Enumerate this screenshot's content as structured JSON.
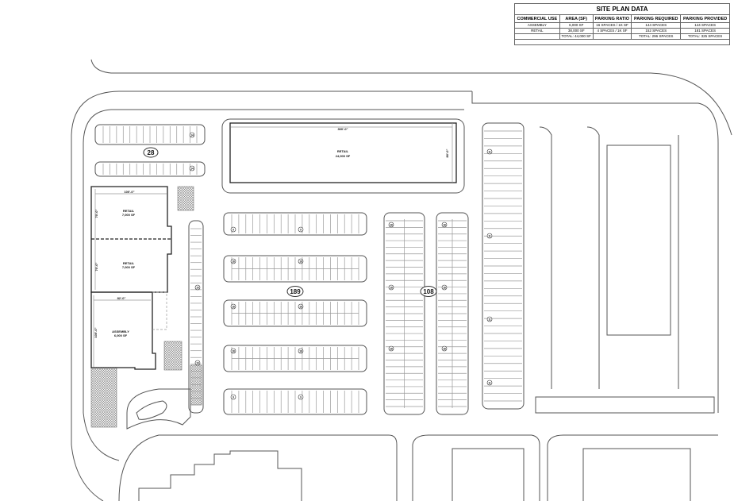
{
  "site_plan_table": {
    "title": "SITE PLAN DATA",
    "headers": [
      "COMMERCIAL USE",
      "AREA (SF)",
      "PARKING RATIO",
      "PARKING REQUIRED",
      "PARKING PROVIDED"
    ],
    "rows": [
      [
        "ASSEMBLY",
        "6,000 SF",
        "16 SPACES / 1K SF",
        "144 SPACES",
        "144 SPACES"
      ],
      [
        "RETAIL",
        "38,000 SF",
        "4 SPACES / 1K SF",
        "152 SPACES",
        "181 SPACES"
      ],
      [
        "",
        "TOTAL: 44,000 SF",
        "",
        "TOTAL: 296 SPACES",
        "TOTAL: 325 SPACES"
      ]
    ]
  },
  "buildings": {
    "retail_main": {
      "name": "RETAIL",
      "area": "24,000 SF",
      "width_dim": "300'-0\"",
      "depth_dim": "80'-0\""
    },
    "retail_a": {
      "name": "RETAIL",
      "area": "7,000 SF",
      "width_dim": "100'-0\"",
      "depth_dim": "70'-0\""
    },
    "retail_b": {
      "name": "RETAIL",
      "area": "7,000 SF",
      "depth_dim": "70'-0\""
    },
    "assembly": {
      "name": "ASSEMBLY",
      "area": "6,000 SF",
      "width_dim": "82'-0\"",
      "depth_dim": "100'-0\""
    }
  },
  "parking_totals": {
    "north_lot": "28",
    "center_lot": "189",
    "east_lot": "108"
  },
  "stall_counts": {
    "north_top": "14",
    "north_bottom": "14",
    "center_row1_a": "9",
    "center_row1_b": "9",
    "center_row2_a": "18",
    "center_row2_b": "18",
    "center_row3_a": "18",
    "center_row3_b": "18",
    "center_row4_a": "18",
    "center_row4_b": "18",
    "center_row5_a": "9",
    "center_row5_b": "9",
    "west_strip_a": "10",
    "west_strip_b": "10",
    "east1_a": "18",
    "east1_b": "18",
    "east1_c": "18",
    "east2_a": "18",
    "east2_b": "18",
    "east2_c": "18",
    "east3_a": "11",
    "east3_b": "11",
    "east3_c": "11",
    "east3_d": "11"
  }
}
